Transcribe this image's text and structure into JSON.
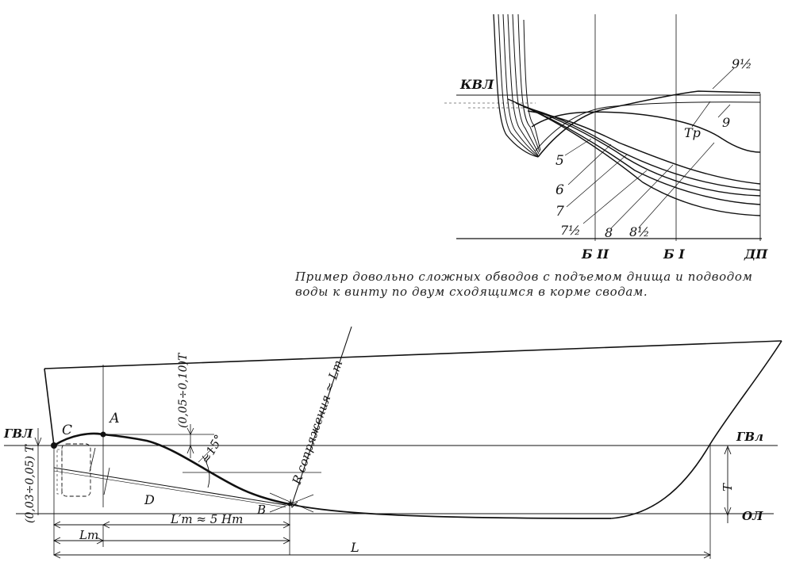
{
  "top_figure": {
    "labels": {
      "kvl": "КВЛ",
      "b2": "Б II",
      "b1": "Б I",
      "dp": "ДП",
      "tr": "Тр",
      "s5": "5",
      "s6": "6",
      "s7": "7",
      "s7h": "7½",
      "s8": "8",
      "s8h": "8½",
      "s9": "9",
      "s9h": "9½"
    },
    "caption": "Пример довольно сложных обводов с подъемом днища и подводом воды к винту по двум сходящимся в корме сводам."
  },
  "bottom_figure": {
    "labels": {
      "gvl_left": "ГВЛ",
      "gvl_right": "ГВл",
      "ol": "ОЛ",
      "T": "Т",
      "C": "С",
      "A": "А",
      "B": "В",
      "D": "D",
      "dim_vertical": "(0,05÷0,10)Т",
      "dim_draft": "(0,03÷0,05) Т",
      "angle": "≈15°",
      "radius": "R сопряжения ≈ Lт",
      "Lt": "Lт",
      "Lt_prime": "L′т ≈ 5 Hт",
      "L": "L"
    }
  }
}
